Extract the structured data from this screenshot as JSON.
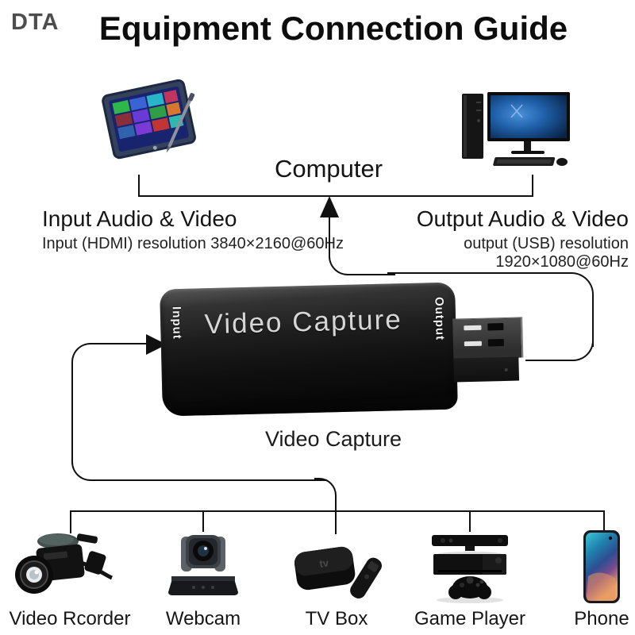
{
  "watermark": "DTA",
  "title": "Equipment Connection Guide",
  "computer_label": "Computer",
  "input_info": {
    "heading": "Input Audio & Video",
    "detail": "Input (HDMI) resolution 3840×2160@60Hz"
  },
  "output_info": {
    "heading": "Output Audio & Video",
    "detail": "output (USB) resolution 1920×1080@60Hz"
  },
  "device": {
    "label": "Video Capture",
    "input_port_label": "Input",
    "output_port_label": "Output",
    "caption": "Video Capture"
  },
  "sources": [
    {
      "label": "Video Rcorder",
      "icon": "camcorder-icon"
    },
    {
      "label": "Webcam",
      "icon": "webcam-icon"
    },
    {
      "label": "TV Box",
      "icon": "tv-box-icon"
    },
    {
      "label": "Game Player",
      "icon": "game-console-icon"
    },
    {
      "label": "Phone",
      "icon": "smartphone-icon"
    }
  ],
  "colors": {
    "background": "#ffffff",
    "line": "#111111",
    "text": "#1a1a1a",
    "watermark": "#4d4d4d",
    "device_body": "#141414",
    "device_text": "#d6d6d6"
  }
}
